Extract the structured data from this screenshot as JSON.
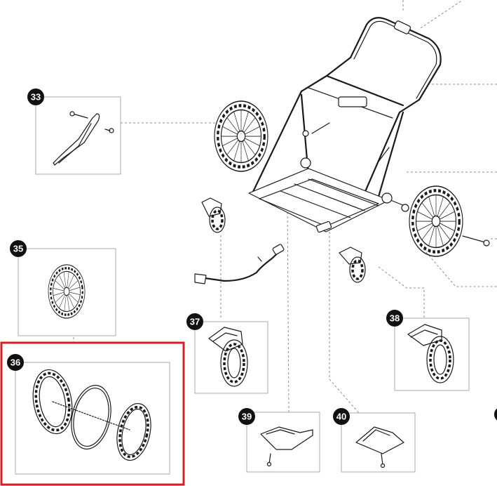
{
  "callouts": [
    {
      "id": "33",
      "name": "callout-33",
      "label": "33"
    },
    {
      "id": "35",
      "name": "callout-35",
      "label": "35"
    },
    {
      "id": "36",
      "name": "callout-36",
      "label": "36"
    },
    {
      "id": "37",
      "name": "callout-37",
      "label": "37"
    },
    {
      "id": "38",
      "name": "callout-38",
      "label": "38"
    },
    {
      "id": "39",
      "name": "callout-39",
      "label": "39"
    },
    {
      "id": "40",
      "name": "callout-40",
      "label": "40"
    }
  ],
  "highlighted_part": "36",
  "colors": {
    "badge": "#111111",
    "badge_text": "#ffffff",
    "highlight": "#d62027",
    "box_border": "#a9a9a9",
    "line_art": "#1a1a1a"
  }
}
